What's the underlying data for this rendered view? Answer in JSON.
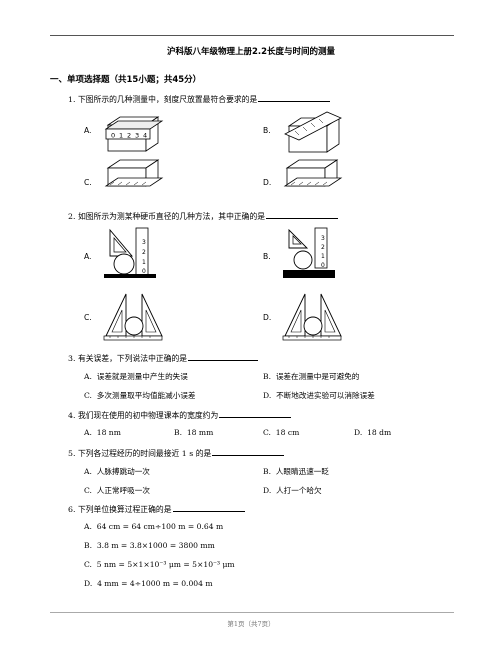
{
  "title": "沪科版八年级物理上册2.2长度与时间的测量",
  "section": "一、单项选择题（共15小题；共45分）",
  "questions": [
    {
      "num": "1.",
      "text": "下图所示的几种测量中，刻度尺放置最符合要求的是",
      "options": [
        "A.",
        "B.",
        "C.",
        "D."
      ]
    },
    {
      "num": "2.",
      "text": "如图所示为测某种硬币直径的几种方法，其中正确的是",
      "options": [
        "A.",
        "B.",
        "C.",
        "D."
      ]
    },
    {
      "num": "3.",
      "text": "有关误差，下列说法中正确的是",
      "options": [
        {
          "letter": "A.",
          "text": "误差就是测量中产生的失误"
        },
        {
          "letter": "B.",
          "text": "误差在测量中是可避免的"
        },
        {
          "letter": "C.",
          "text": "多次测量取平均值能减小误差"
        },
        {
          "letter": "D.",
          "text": "不断地改进实验可以消除误差"
        }
      ]
    },
    {
      "num": "4.",
      "text": "我们现在使用的初中物理课本的宽度约为",
      "options": [
        {
          "letter": "A.",
          "text": "18 nm"
        },
        {
          "letter": "B.",
          "text": "18 mm"
        },
        {
          "letter": "C.",
          "text": "18 cm"
        },
        {
          "letter": "D.",
          "text": "18 dm"
        }
      ]
    },
    {
      "num": "5.",
      "text": "下列各过程经历的时间最接近 1 s 的是",
      "options": [
        {
          "letter": "A.",
          "text": "人脉搏跳动一次"
        },
        {
          "letter": "B.",
          "text": "人眼睛迅速一眨"
        },
        {
          "letter": "C.",
          "text": "人正常呼吸一次"
        },
        {
          "letter": "D.",
          "text": "人打一个哈欠"
        }
      ]
    },
    {
      "num": "6.",
      "text": "下列单位换算过程正确的是",
      "options": [
        {
          "letter": "A.",
          "text": "64 cm = 64 cm÷100 m = 0.64 m"
        },
        {
          "letter": "B.",
          "text": "3.8 m = 3.8×1000 = 3800 mm"
        },
        {
          "letter": "C.",
          "text": "5 nm = 5×1×10⁻³ μm = 5×10⁻³ μm"
        },
        {
          "letter": "D.",
          "text": "4 mm = 4÷1000 m = 0.004 m"
        }
      ]
    }
  ],
  "figure_labels": {
    "ruler_a_digits": [
      "0",
      "1",
      "2",
      "3",
      "4"
    ],
    "ruler_vertical_digits": [
      "3",
      "2",
      "1",
      "0"
    ]
  },
  "footer": "第1页（共7页）"
}
